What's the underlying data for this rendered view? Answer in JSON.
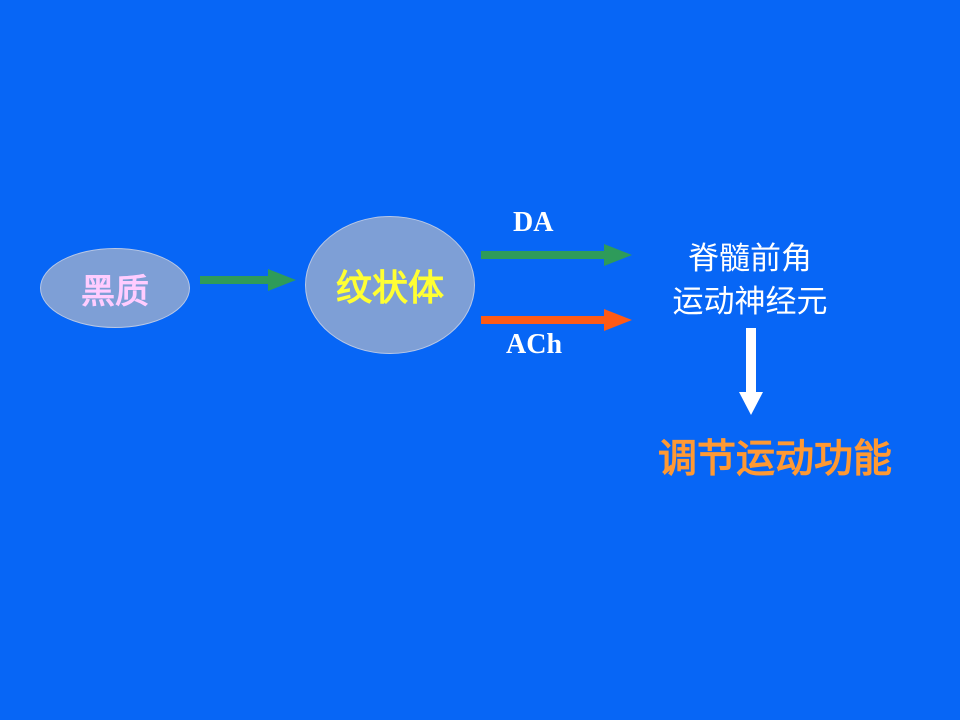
{
  "nodes": {
    "source": "黑质",
    "middle": "纹状体"
  },
  "pathways": {
    "upper": "DA",
    "lower": "ACh"
  },
  "target": {
    "line1": "脊髓前角",
    "line2": "运动神经元"
  },
  "result": "调节运动功能",
  "colors": {
    "background": "#0766f6",
    "node_fill": "#7e9fd6",
    "source_text": "#ffccff",
    "middle_text": "#ffff33",
    "green_arrow": "#2e9b5a",
    "orange_arrow": "#ff5a14",
    "down_arrow": "#ffffff",
    "result_text": "#ff9933"
  }
}
